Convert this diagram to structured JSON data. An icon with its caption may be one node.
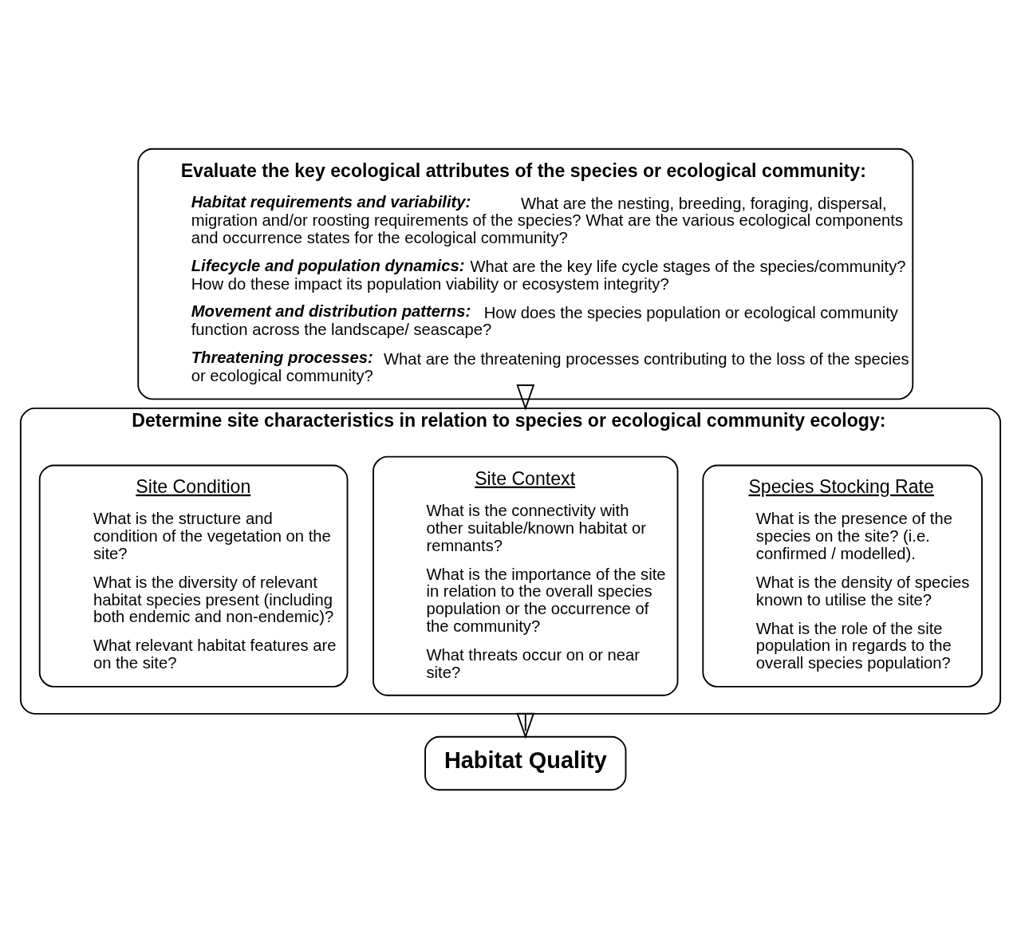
{
  "diagram": {
    "nodes": [
      {
        "text": [
          "Evaluate the key ecological attributes of the species or ecological community:",
          "**Habitat requirements and variability:** What are the nesting, breeding, foraging, dispersal, migration and/or roosting requirements of the species? What are the various ecological components and occurrence states for the ecological community?",
          "**Lifecycle and population dynamics:** What are the key life cycle stages of the species/community? How do these impact its population viability or ecosystem integrity?",
          "**Movement and distribution patterns:** How does the species population or ecological community function across the landscape/ seascape?",
          "**Threatening processes:** What are the threatening processes contributing to the loss of the species or ecological community?"
        ]
      },
      {
        "text": [
          "Determine site characteristics in relation to species or ecological community ecology:"
        ]
      },
      {
        "text": [
          "Site Condition",
          "What is the structure and condition of the vegetation on the site?",
          "What is the diversity of relevant habitat species present (including both endemic and non-endemic)?",
          "What relevant habitat features are on the site?"
        ],
        "in": 1
      },
      {
        "text": [
          "Site Context",
          "What is the connectivity with other suitable/known habitat or remnants?",
          "What is the importance of the site in relation to the overall species population or the occurrence of the community?",
          "What threats occur on or near site?"
        ],
        "in": 1
      },
      {
        "text": [
          "Species Stocking Rate",
          "What is the presence of the species on the site? (i.e. confirmed / modelled).",
          "What is the density of species known to utilise the site?",
          "What is the role of the site population in regards to the overall species population?"
        ],
        "in": 1
      },
      {
        "text": [
          "Habitat Quality"
        ]
      }
    ],
    "edges": [
      {
        "from": 0,
        "to": 1,
        "arrow": "to"
      },
      {
        "from": 1,
        "to": 5,
        "arrow": "to"
      }
    ]
  }
}
